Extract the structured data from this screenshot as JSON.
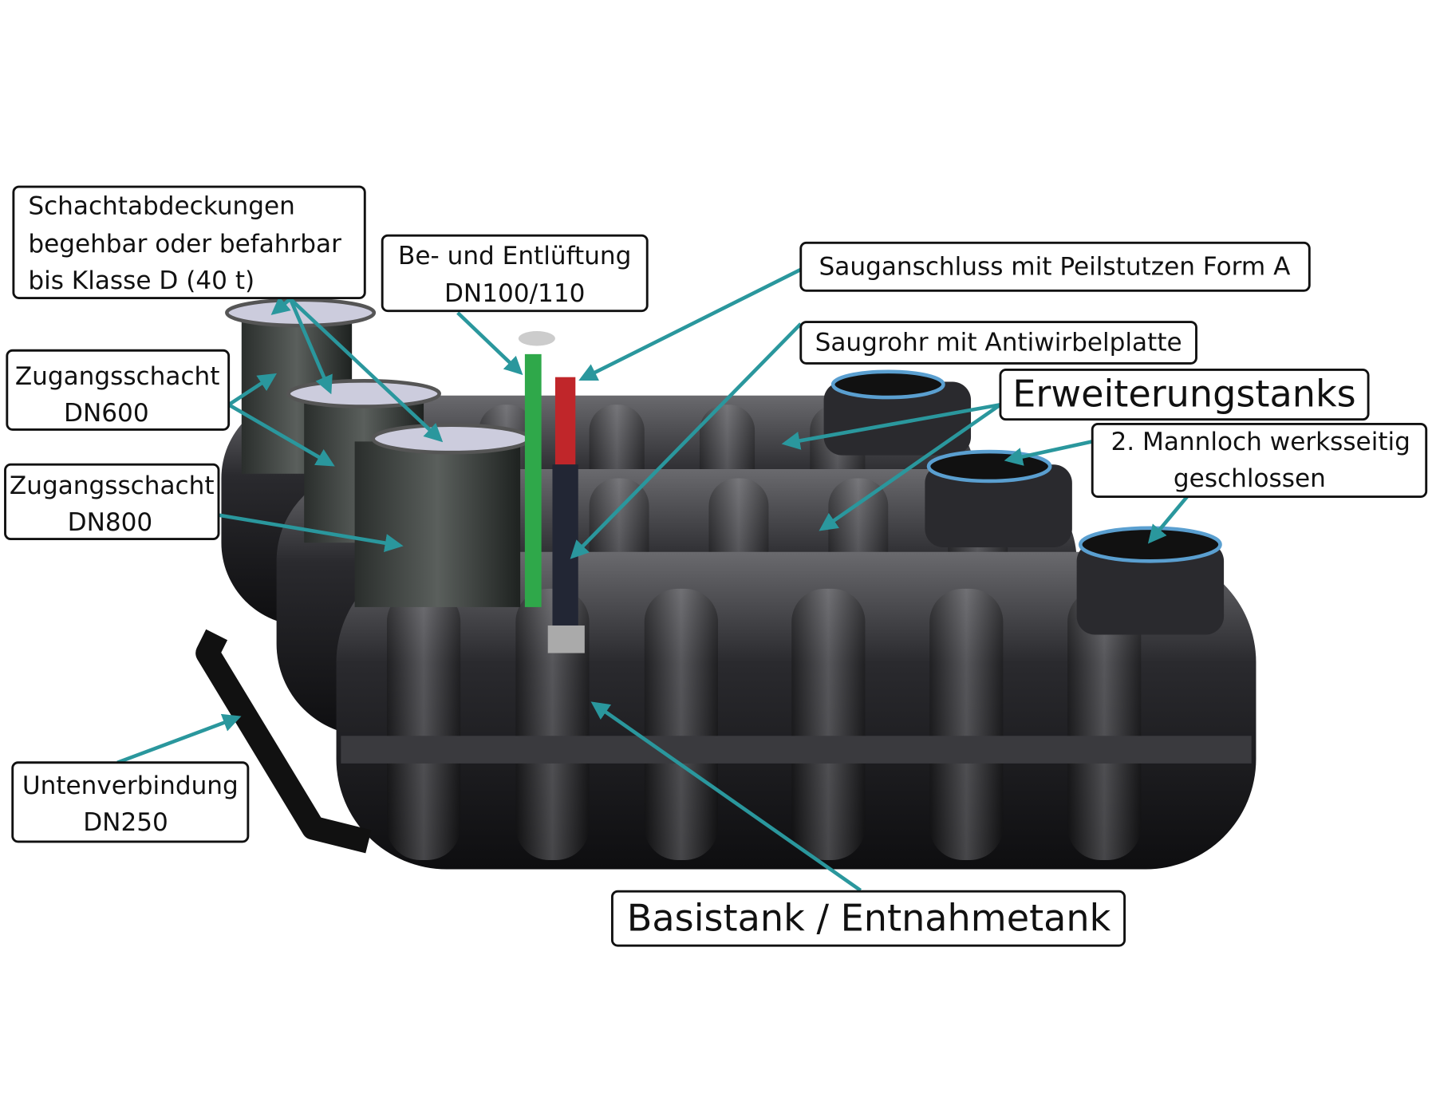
{
  "labels": {
    "covers": [
      "Schachtabdeckungen",
      "begehbar oder befahrbar",
      "bis Klasse D (40 t)"
    ],
    "ventilation": [
      "Be- und Entlüftung",
      "DN100/110"
    ],
    "suction_connection": "Sauganschluss mit Peilstutzen Form A",
    "suction_pipe": "Saugrohr mit Antiwirbelplatte",
    "extension_tanks": "Erweiterungstanks",
    "second_manhole": [
      "2. Mannloch werksseitig",
      "geschlossen"
    ],
    "shaft_dn600": [
      "Zugangsschacht",
      "DN600"
    ],
    "shaft_dn800": [
      "Zugangsschacht",
      "DN800"
    ],
    "bottom_connection": [
      "Untenverbindung",
      "DN250"
    ],
    "base_tank": "Basistank / Entnahmetank"
  },
  "colors": {
    "arrow": "#2a979d",
    "tank": "#1c1c1e",
    "vent_pipe": "#2fa84a",
    "suction_fitting": "#c0262a",
    "manhole_ring": "#5a9fd0"
  }
}
